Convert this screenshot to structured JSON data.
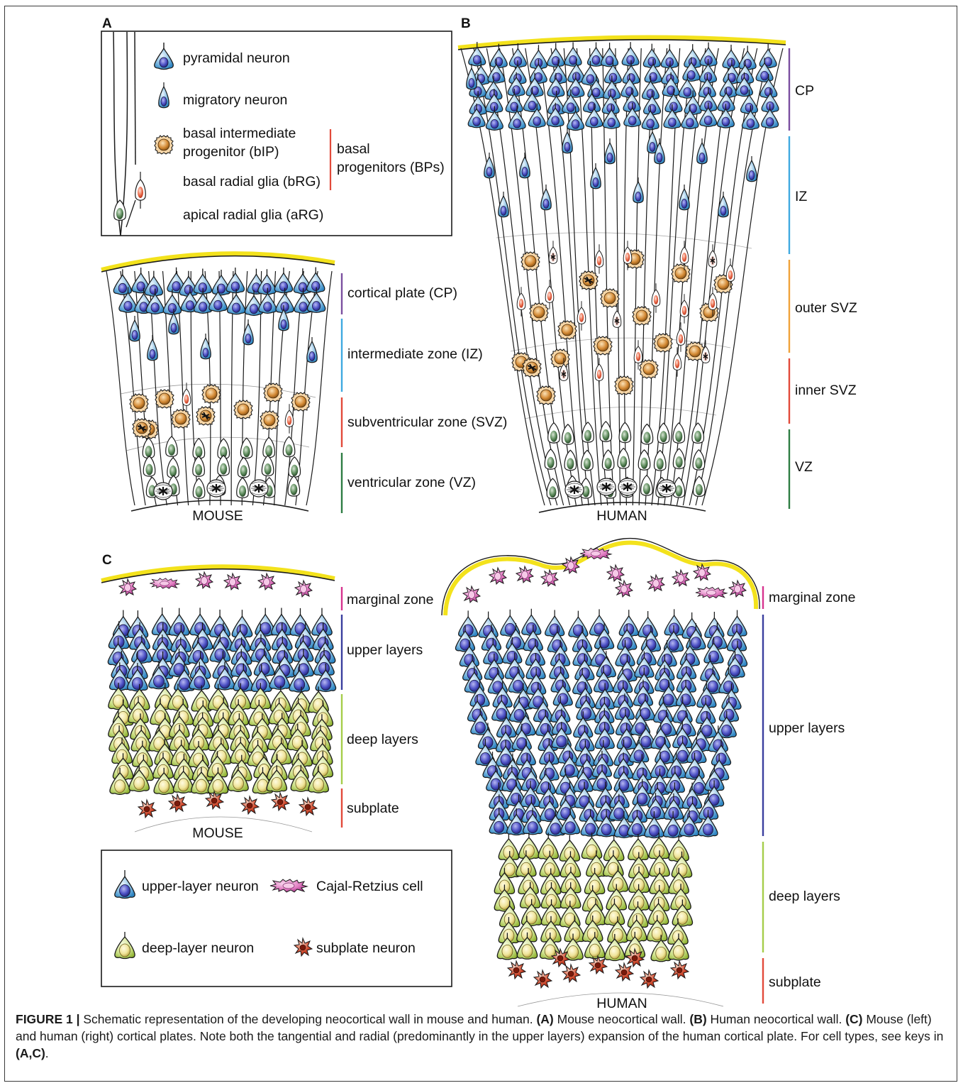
{
  "panels": {
    "a": "A",
    "b": "B",
    "c": "C"
  },
  "keyA": {
    "pyramidal": "pyramidal neuron",
    "migratory": "migratory neuron",
    "bip1": "basal intermediate",
    "bip2": "progenitor (bIP)",
    "brg": "basal radial glia (bRG)",
    "bp1": "basal",
    "bp2": "progenitors (BPs)",
    "arg": "apical radial glia (aRG)"
  },
  "zonesA": {
    "cp": "cortical plate (CP)",
    "iz": "intermediate zone (IZ)",
    "svz": "subventricular zone (SVZ)",
    "vz": "ventricular zone (VZ)",
    "species": "MOUSE"
  },
  "zonesB": {
    "cp": "CP",
    "iz": "IZ",
    "osvz": "outer SVZ",
    "isvz": "inner SVZ",
    "vz": "VZ",
    "species": "HUMAN"
  },
  "layersMouse": {
    "mz": "marginal zone",
    "upper": "upper layers",
    "deep": "deep layers",
    "sp": "subplate",
    "species": "MOUSE"
  },
  "layersHuman": {
    "mz": "marginal zone",
    "upper": "upper layers",
    "deep": "deep layers",
    "sp": "subplate",
    "species": "HUMAN"
  },
  "keyC": {
    "upper": "upper-layer neuron",
    "cr": "Cajal-Retzius cell",
    "deep": "deep-layer neuron",
    "sp": "subplate neuron"
  },
  "caption": {
    "figure": "FIGURE 1 |",
    "t1": " Schematic representation of the developing neocortical wall in mouse and human. ",
    "a": "(A)",
    "t2": " Mouse neocortical wall. ",
    "b": "(B)",
    "t3": " Human neocortical wall. ",
    "c": "(C)",
    "t4": " Mouse (left) and human (right) cortical plates. Note both the tangential and radial (predominantly in the upper layers) expansion of the human cortical plate. For cell types, see keys in ",
    "ac": "(A,C)",
    "t5": "."
  },
  "colors": {
    "pia": "#f3e21c",
    "cp": "#7b4fa0",
    "iz": "#3fa9e0",
    "osvz": "#f0a23a",
    "isvz": "#e24a3a",
    "vz": "#2e7d43",
    "mz": "#d6338f",
    "upper": "#3a3f9e",
    "deep": "#a5cd4a",
    "sp": "#e24a3a"
  }
}
